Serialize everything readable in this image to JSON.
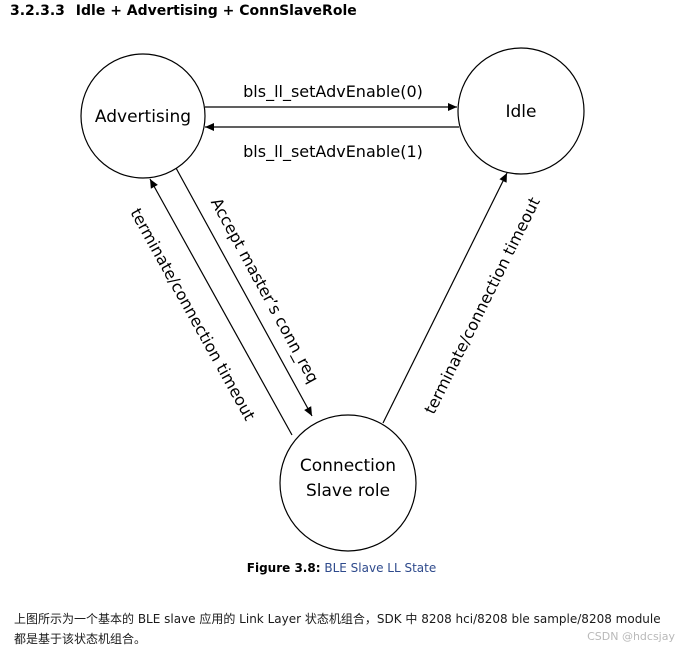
{
  "heading": {
    "number": "3.2.3.3",
    "title": "Idle + Advertising + ConnSlaveRole"
  },
  "diagram": {
    "states": {
      "advertising": "Advertising",
      "idle": "Idle",
      "connection_line1": "Connection",
      "connection_line2": "Slave role"
    },
    "transitions": {
      "adv_to_idle": "bls_ll_setAdvEnable(0)",
      "idle_to_adv": "bls_ll_setAdvEnable(1)",
      "adv_to_conn": "Accept master’s conn_req",
      "conn_to_adv": "terminate/connection timeout",
      "conn_to_idle": "terminate/connection timeout"
    }
  },
  "caption": {
    "label": "Figure 3.8:",
    "title": "BLE Slave LL State"
  },
  "paragraph": "上图所示为一个基本的 BLE slave 应用的 Link Layer 状态机组合，SDK 中 8208 hci/8208 ble sample/8208 module 都是基于该状态机组合。",
  "watermark": "CSDN @hdcsjay"
}
